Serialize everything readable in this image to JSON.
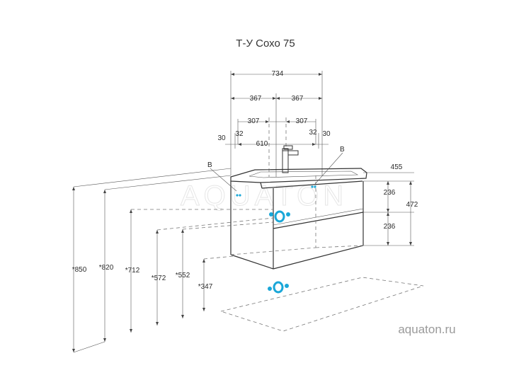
{
  "title": "Т-У Сохо 75",
  "brand_url": "aquaton.ru",
  "watermark": "AQUATON",
  "accent_color": "#1aa7d8",
  "dimensions": {
    "width_total": "734",
    "half_left": "367",
    "half_right": "367",
    "inner_left": "307",
    "inner_right": "307",
    "basin_width": "610",
    "edge_left_30": "30",
    "edge_left_32": "32",
    "edge_right_32": "32",
    "edge_right_30": "30",
    "depth": "455",
    "drawer_top": "236",
    "drawer_bottom": "236",
    "body_height": "472",
    "h_850": "*850",
    "h_820": "*820",
    "h_712": "*712",
    "h_572": "*572",
    "h_552": "*552",
    "h_347": "*347"
  },
  "labels": {
    "marker_left": "B",
    "marker_right": "B"
  }
}
